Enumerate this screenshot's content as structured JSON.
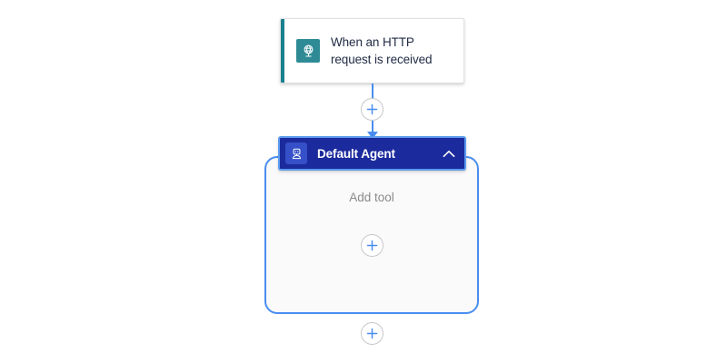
{
  "canvas": {
    "background_color": "#ffffff",
    "connector_color": "#4a8df0"
  },
  "trigger_card": {
    "name": "when-an-http-request-is-received",
    "title_line_1": "When an HTTP",
    "title_line_2": "request is received",
    "icon": "globe-network-icon",
    "icon_background": "#2e8b96",
    "accent_color": "#1a7f8e",
    "text_color": "#1f2a44"
  },
  "connectors": {
    "trigger_to_agent": {
      "name": "connector-trigger-to-agent",
      "add_button_label": "+",
      "add_button_name": "add-step-between-trigger-and-agent"
    },
    "below_agent": {
      "name": "connector-below-agent",
      "add_button_label": "+",
      "add_button_name": "add-step-below-agent"
    }
  },
  "agent": {
    "name": "default-agent",
    "title": "Default Agent",
    "icon": "robot-icon",
    "header_background": "#1b2a9c",
    "header_ring_color": "#5b9aef",
    "icon_background": "#3550c8",
    "title_color": "#ffffff",
    "collapse_toggle": {
      "name": "chevron-up-icon",
      "state": "expanded"
    },
    "body": {
      "background": "#fafafa",
      "border_color": "#4a8df0",
      "empty_label": "Add tool",
      "empty_label_color": "#8a8a8a",
      "add_tool_button_label": "+",
      "add_tool_button_name": "add-tool-button"
    }
  }
}
